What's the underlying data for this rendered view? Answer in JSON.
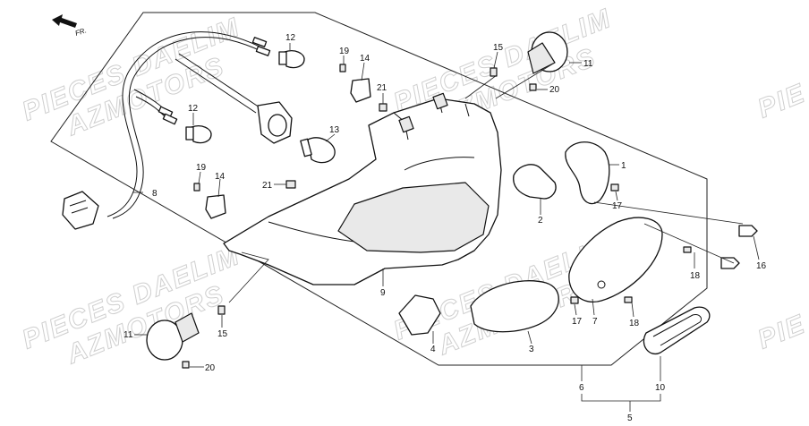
{
  "direction": {
    "label": "FR."
  },
  "watermarks": [
    {
      "line1": "PIECES DAELIM",
      "line2": "AZMOTORS"
    },
    {
      "line1": "PIECES DAELIM",
      "line2": "AZMOTORS"
    },
    {
      "line1": "PIECES DAELIM",
      "line2": "AZMOTORS"
    },
    {
      "line1": "PIECES DAELIM",
      "line2": "AZMOTORS"
    },
    {
      "line1": "PIE",
      "line2": ""
    },
    {
      "line1": "PIE",
      "line2": ""
    }
  ],
  "callouts": [
    "12",
    "19",
    "14",
    "15",
    "11",
    "20",
    "21",
    "12",
    "13",
    "8",
    "19",
    "14",
    "21",
    "1",
    "2",
    "17",
    "9",
    "16",
    "18",
    "11",
    "15",
    "20",
    "4",
    "17",
    "7",
    "18",
    "3",
    "6",
    "10",
    "5"
  ]
}
